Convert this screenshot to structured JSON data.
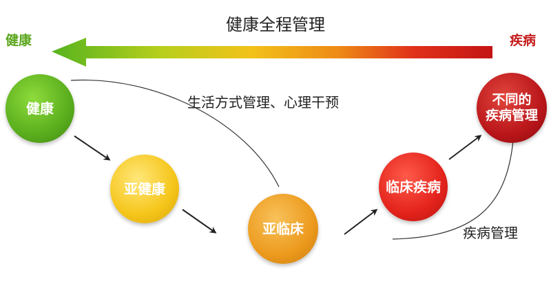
{
  "title": "健康全程管理",
  "labels": {
    "left_end": "健康",
    "right_end": "疾病",
    "lifestyle": "生活方式管理、心理干预",
    "disease_mgmt": "疾病管理"
  },
  "nodes": [
    {
      "id": "health",
      "lines": [
        "健康"
      ]
    },
    {
      "id": "sub-health",
      "lines": [
        "亚健康"
      ]
    },
    {
      "id": "sub-clinical",
      "lines": [
        "亚临床"
      ]
    },
    {
      "id": "clinical-disease",
      "lines": [
        "临床疾病"
      ]
    },
    {
      "id": "different-disease-mgmt",
      "lines": [
        "不同的",
        "疾病管理"
      ]
    }
  ],
  "colors": {
    "gradient": [
      "#55b31e",
      "#c8d21a",
      "#f2c21a",
      "#ee8a16",
      "#e0311a",
      "#c41414"
    ],
    "node_health": "#5aae1d",
    "node_sub_health": "#f5c51a",
    "node_sub_clinical": "#ec9a1d",
    "node_clinical": "#e3231c",
    "node_different": "#b9161a"
  },
  "icons": {
    "big_arrow": "left-arrow-icon",
    "step_arrows": "arrow-icon"
  }
}
